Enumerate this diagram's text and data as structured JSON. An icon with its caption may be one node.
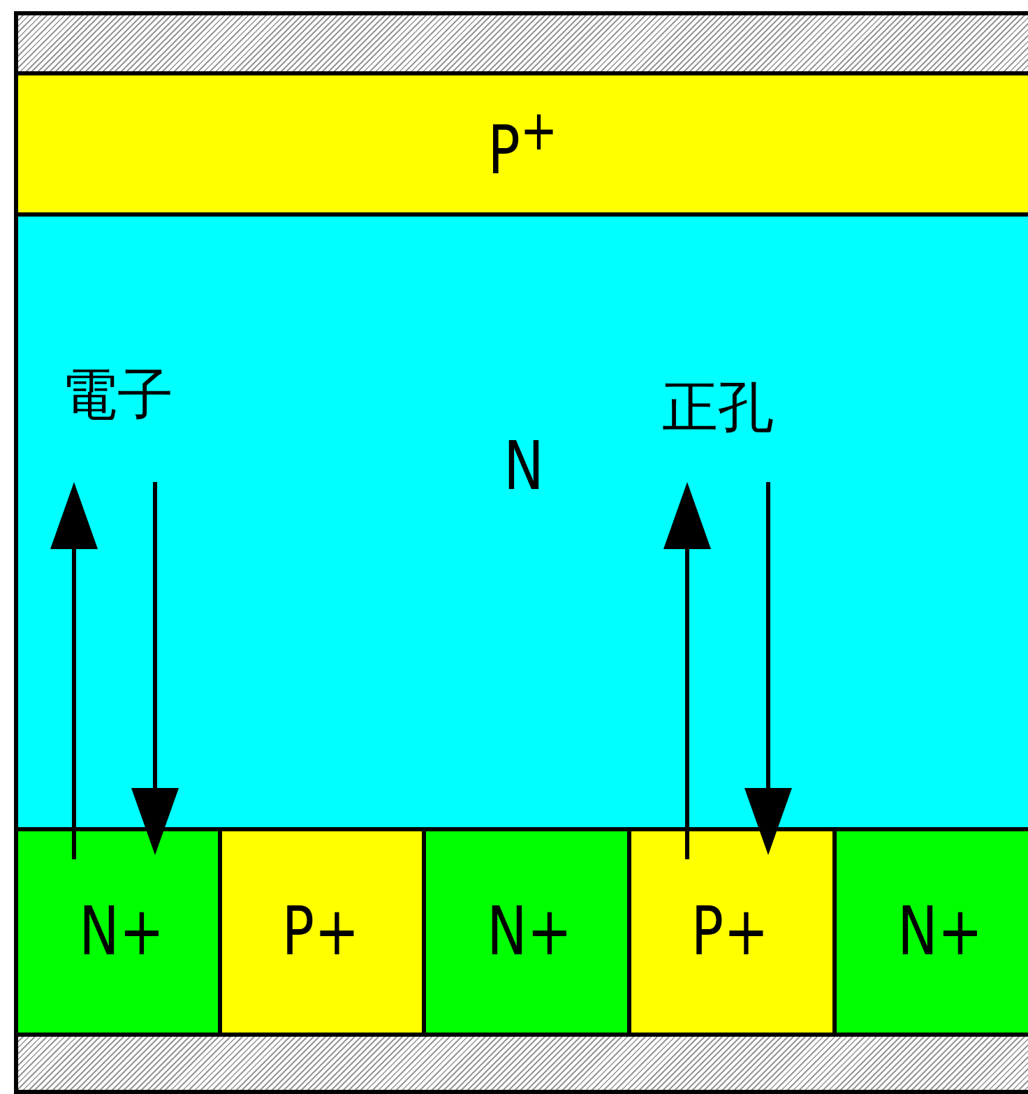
{
  "diagram": {
    "nodes": [
      {
        "text": [],
        "shape": "box"
      },
      {
        "text": [
          "P$^{+}$"
        ]
      },
      {
        "text": [
          "N"
        ]
      },
      {
        "text": [
          "N+"
        ]
      },
      {
        "text": [
          "P+"
        ]
      },
      {
        "text": [
          "N+"
        ]
      },
      {
        "text": [
          "P+"
        ]
      },
      {
        "text": [
          "N+"
        ]
      },
      {
        "text": [],
        "shape": "box"
      }
    ],
    "edges": [
      {
        "from": 3,
        "to": 2,
        "arrow": "to"
      },
      {
        "from": 2,
        "to": 3,
        "arrow": "to"
      },
      {
        "from": 6,
        "to": 2,
        "arrow": "to"
      },
      {
        "from": 2,
        "to": 6,
        "arrow": "to"
      }
    ],
    "labels": [
      "電子",
      "正孔"
    ]
  }
}
